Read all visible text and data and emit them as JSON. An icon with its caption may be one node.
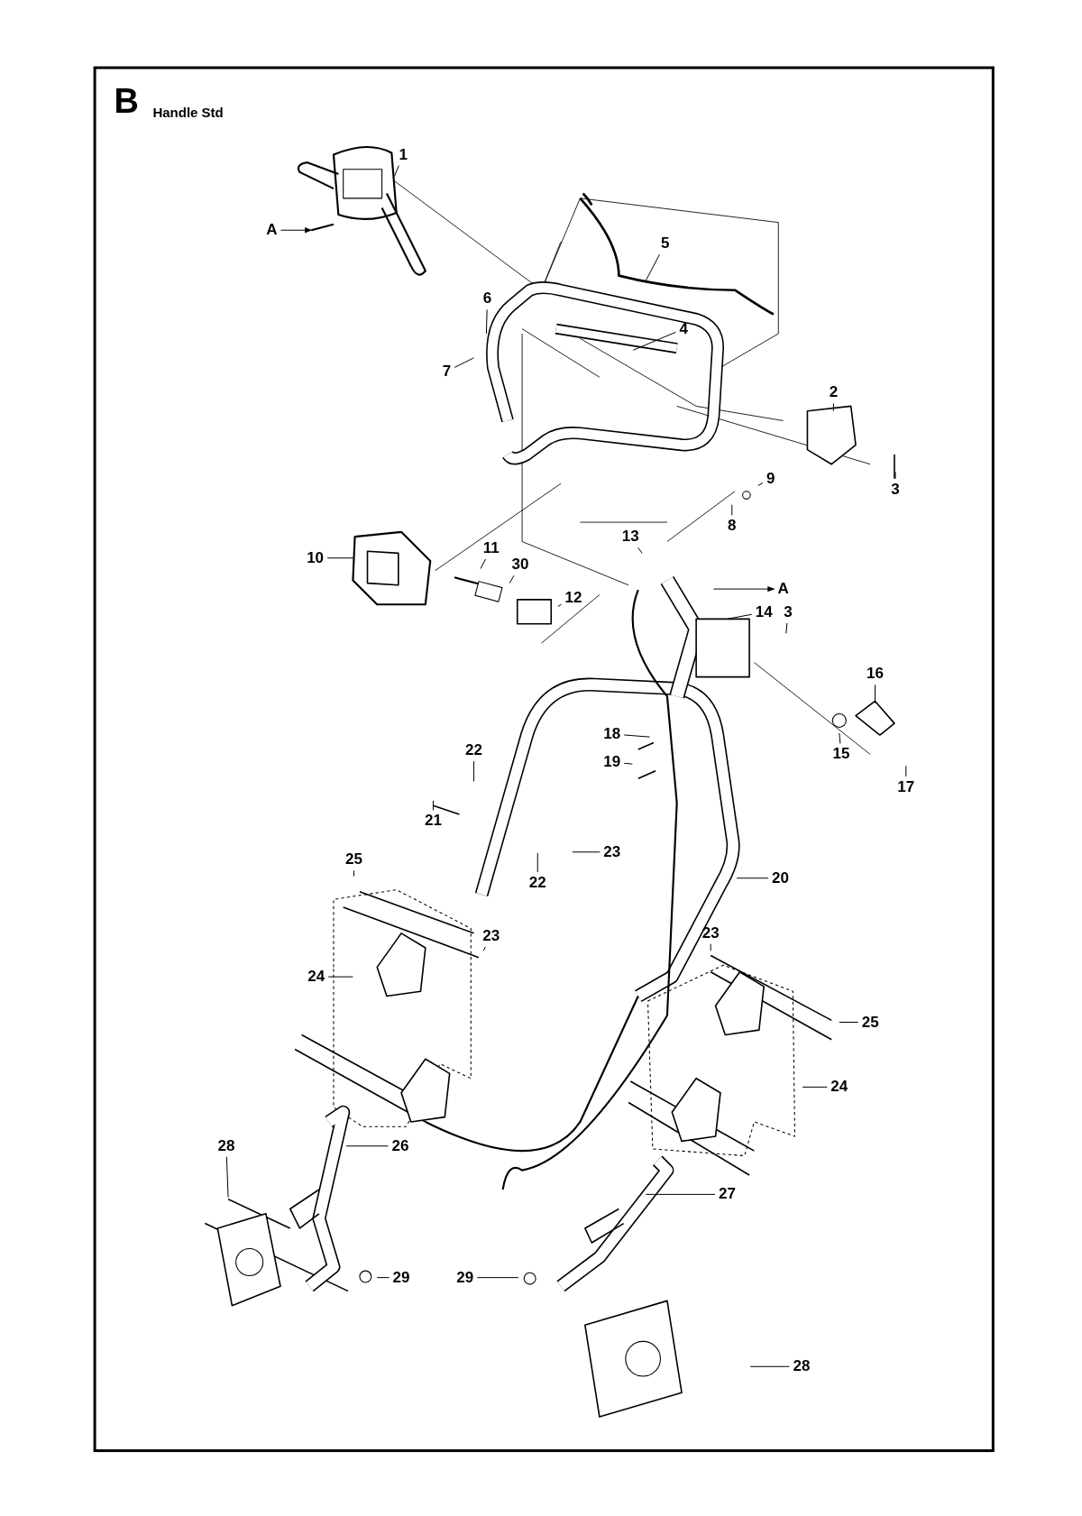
{
  "diagram": {
    "nodes": [
      {
        "text": [
          "1"
        ]
      },
      {
        "text": [
          "A"
        ]
      },
      {
        "text": [
          "5"
        ]
      },
      {
        "text": [
          "6"
        ]
      },
      {
        "text": [
          "4"
        ]
      },
      {
        "text": [
          "7"
        ]
      },
      {
        "text": [
          "2"
        ]
      },
      {
        "text": [
          "9"
        ]
      },
      {
        "text": [
          "3"
        ]
      },
      {
        "text": [
          "8"
        ]
      },
      {
        "text": [
          "11"
        ]
      },
      {
        "text": [
          "10"
        ]
      },
      {
        "text": [
          "13"
        ]
      },
      {
        "text": [
          "30"
        ]
      },
      {
        "text": [
          "A"
        ]
      },
      {
        "text": [
          "12"
        ]
      },
      {
        "text": [
          "14"
        ]
      },
      {
        "text": [
          "3"
        ]
      },
      {
        "text": [
          "16"
        ]
      },
      {
        "text": [
          "18"
        ]
      },
      {
        "text": [
          "15"
        ]
      },
      {
        "text": [
          "22"
        ]
      },
      {
        "text": [
          "19"
        ]
      },
      {
        "text": [
          "17"
        ]
      },
      {
        "text": [
          "21"
        ]
      },
      {
        "text": [
          "23"
        ]
      },
      {
        "text": [
          "20"
        ]
      },
      {
        "text": [
          "25"
        ]
      },
      {
        "text": [
          "22"
        ]
      },
      {
        "text": [
          "23"
        ]
      },
      {
        "text": [
          "23"
        ]
      },
      {
        "text": [
          "24"
        ]
      },
      {
        "text": [
          "25"
        ]
      },
      {
        "text": [
          "24"
        ]
      },
      {
        "text": [
          "28"
        ]
      },
      {
        "text": [
          "26"
        ]
      },
      {
        "text": [
          "27"
        ]
      },
      {
        "text": [
          "29"
        ]
      },
      {
        "text": [
          "29"
        ]
      },
      {
        "text": [
          "28"
        ]
      }
    ],
    "edges": [
      {
        "from": 0,
        "to": null,
        "arrow": "none"
      },
      {
        "from": 1,
        "to": null,
        "arrow": "to"
      },
      {
        "from": 2,
        "to": null,
        "arrow": "none"
      },
      {
        "from": 3,
        "to": null,
        "arrow": "none"
      },
      {
        "from": 4,
        "to": null,
        "arrow": "none"
      },
      {
        "from": 5,
        "to": null,
        "arrow": "none"
      },
      {
        "from": 6,
        "to": null,
        "arrow": "none"
      },
      {
        "from": 7,
        "to": null,
        "arrow": "none"
      },
      {
        "from": 8,
        "to": null,
        "arrow": "none"
      },
      {
        "from": 9,
        "to": null,
        "arrow": "none"
      },
      {
        "from": 10,
        "to": null,
        "arrow": "none"
      },
      {
        "from": 11,
        "to": null,
        "arrow": "none"
      },
      {
        "from": 12,
        "to": null,
        "arrow": "none"
      },
      {
        "from": 13,
        "to": null,
        "arrow": "none"
      },
      {
        "from": null,
        "to": 14,
        "arrow": "to"
      },
      {
        "from": 15,
        "to": null,
        "arrow": "none"
      },
      {
        "from": 16,
        "to": null,
        "arrow": "none"
      },
      {
        "from": 17,
        "to": null,
        "arrow": "none"
      },
      {
        "from": 18,
        "to": null,
        "arrow": "none"
      },
      {
        "from": 19,
        "to": null,
        "arrow": "none"
      },
      {
        "from": 20,
        "to": null,
        "arrow": "none"
      },
      {
        "from": 21,
        "to": null,
        "arrow": "none"
      },
      {
        "from": 22,
        "to": null,
        "arrow": "none"
      },
      {
        "from": 23,
        "to": null,
        "arrow": "none"
      },
      {
        "from": 24,
        "to": null,
        "arrow": "none"
      },
      {
        "from": 25,
        "to": null,
        "arrow": "none"
      },
      {
        "from": 26,
        "to": null,
        "arrow": "none"
      },
      {
        "from": 27,
        "to": null,
        "arrow": "none"
      },
      {
        "from": 28,
        "to": null,
        "arrow": "none"
      },
      {
        "from": 29,
        "to": null,
        "arrow": "none"
      },
      {
        "from": 30,
        "to": null,
        "arrow": "none"
      },
      {
        "from": 31,
        "to": null,
        "arrow": "none"
      },
      {
        "from": 32,
        "to": null,
        "arrow": "none"
      },
      {
        "from": 33,
        "to": null,
        "arrow": "none"
      },
      {
        "from": 34,
        "to": null,
        "arrow": "none"
      },
      {
        "from": 35,
        "to": null,
        "arrow": "none"
      },
      {
        "from": 36,
        "to": null,
        "arrow": "none"
      },
      {
        "from": 37,
        "to": null,
        "arrow": "none"
      },
      {
        "from": 38,
        "to": null,
        "arrow": "none"
      },
      {
        "from": 39,
        "to": null,
        "arrow": "none"
      }
    ],
    "labels": [
      "B",
      "Handle Std"
    ]
  }
}
